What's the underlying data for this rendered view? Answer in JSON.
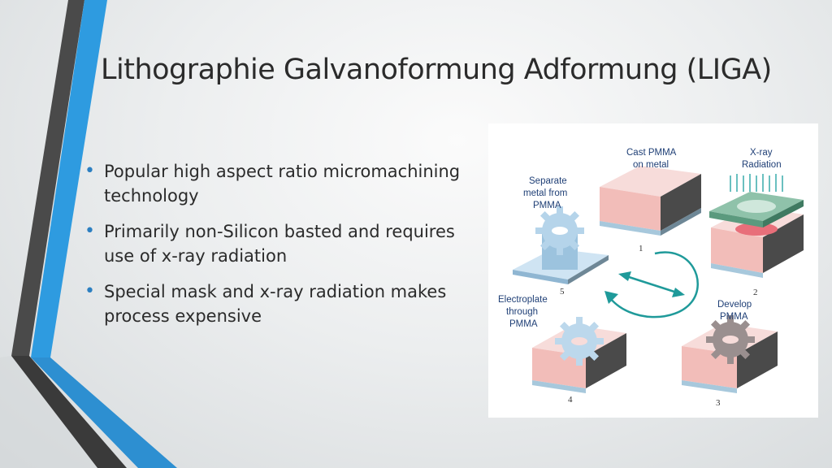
{
  "slide": {
    "title": "Lithographie Galvanoformung Adformung (LIGA)",
    "bullets": [
      "Popular high aspect ratio micromachining technology",
      "Primarily non-Silicon basted and requires use of x-ray radiation",
      "Special mask and x-ray radiation makes process expensive"
    ]
  },
  "figure": {
    "labels": {
      "cast_line1": "Cast PMMA",
      "cast_line2": "on metal",
      "xray_line1": "X-ray",
      "xray_line2": "Radiation",
      "separate_line1": "Separate",
      "separate_line2": "metal from",
      "separate_line3": "PMMA",
      "electro_line1": "Electroplate",
      "electro_line2": "through",
      "electro_line3": "PMMA",
      "develop_line1": "Develop",
      "develop_line2": "PMMA"
    },
    "step_numbers": [
      "1",
      "2",
      "3",
      "4",
      "5"
    ]
  },
  "colors": {
    "accent_blue": "#2c7fc1",
    "pmma_pink": "#f4c9c6",
    "mask_green": "#6aa88d",
    "arrow_teal": "#1f9a9a"
  }
}
